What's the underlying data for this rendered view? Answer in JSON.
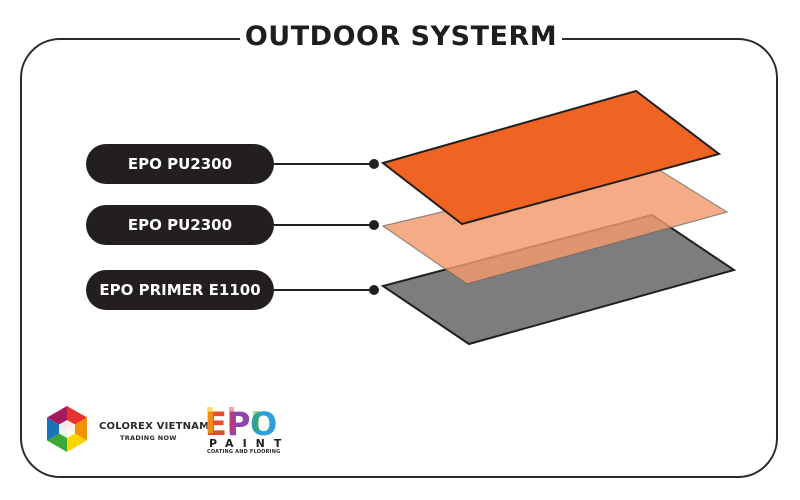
{
  "title": "OUTDOOR SYSTERM",
  "layers": [
    {
      "label": "EPO PU2300",
      "color": "#ef6422"
    },
    {
      "label": "EPO PU2300",
      "color": "#f39a6c"
    },
    {
      "label": "EPO PRIMER E1100",
      "color": "#7d7d7f"
    }
  ],
  "logos": {
    "colorex": {
      "name": "COLOREX VIETNAM",
      "tagline": "TRADING NOW",
      "icon": "hexagon-color-wheel-icon"
    },
    "epo": {
      "wordmark": "EPO PAINT",
      "tagline": "COATING AND FLOORING"
    }
  }
}
